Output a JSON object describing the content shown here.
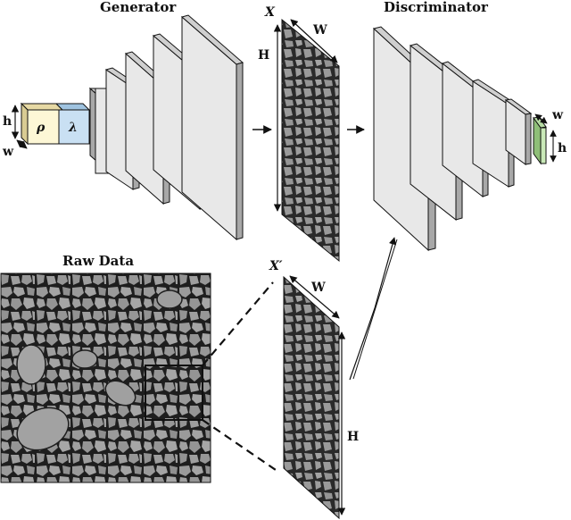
{
  "labels": {
    "generator": "Generator",
    "discriminator": "Discriminator",
    "raw_data": "Raw Data",
    "x_generated": "X",
    "x_real": "X′",
    "width": "W",
    "height": "H",
    "latent_h": "h",
    "latent_w": "w",
    "rho": "ρ",
    "lambda": "λ",
    "out_w": "w",
    "out_h": "h"
  },
  "colors": {
    "rho_front": "#fdf7d6",
    "rho_top": "#e6d9a4",
    "lambda_front": "#c9e0f3",
    "lambda_top": "#9fc3e0",
    "layer_front": "#e8e8e8",
    "layer_side": "#a8a8a8",
    "layer_top": "#cfcfcf",
    "output_front": "#c9e9b8",
    "output_side": "#8fbf78",
    "rock_grain": "#9a9a9a",
    "rock_pore": "#1e1e1e"
  },
  "icons": [
    "arrow-right-icon",
    "double-arrow-icon",
    "dashed-zoom-line"
  ]
}
